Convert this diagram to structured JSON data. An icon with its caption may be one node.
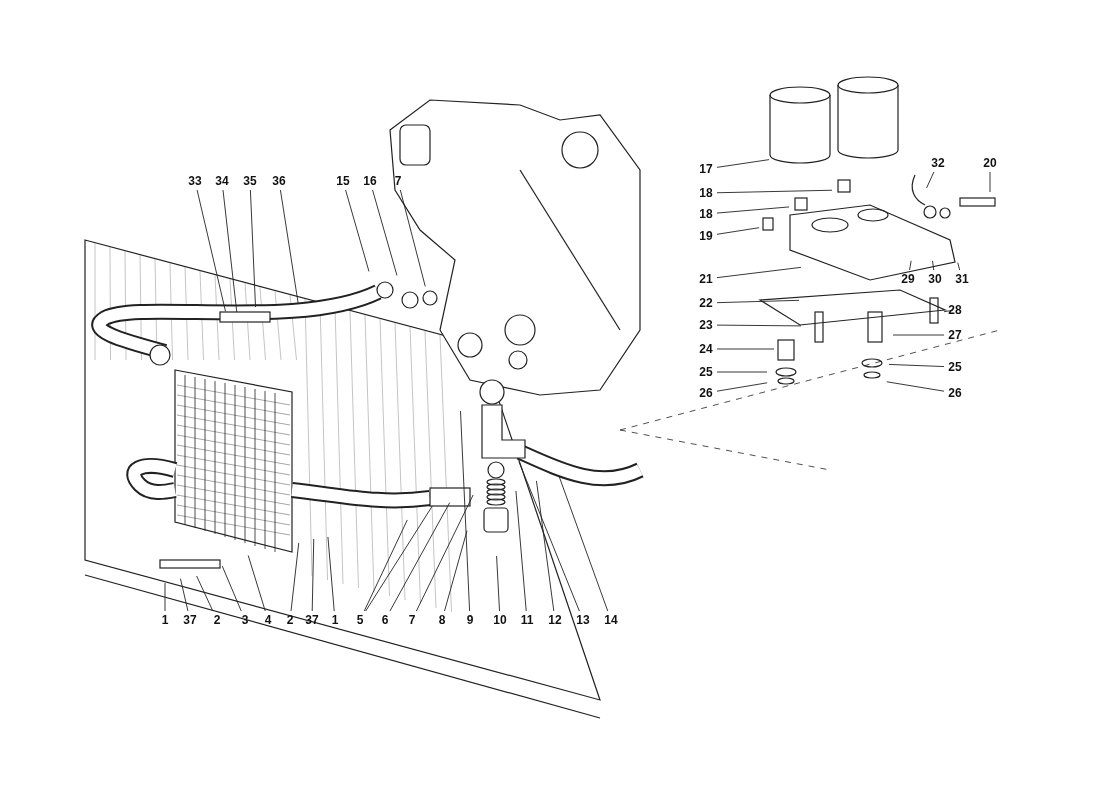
{
  "diagram": {
    "nodes": [
      {
        "text": [
          "33"
        ]
      },
      {
        "text": [
          "34"
        ]
      },
      {
        "text": [
          "35"
        ]
      },
      {
        "text": [
          "36"
        ]
      },
      {
        "text": [
          "15"
        ]
      },
      {
        "text": [
          "16"
        ]
      },
      {
        "text": [
          "7"
        ]
      },
      {
        "text": [
          "1"
        ]
      },
      {
        "text": [
          "37"
        ]
      },
      {
        "text": [
          "2"
        ]
      },
      {
        "text": [
          "3"
        ]
      },
      {
        "text": [
          "4"
        ]
      },
      {
        "text": [
          "2"
        ]
      },
      {
        "text": [
          "37"
        ]
      },
      {
        "text": [
          "1"
        ]
      },
      {
        "text": [
          "5"
        ]
      },
      {
        "text": [
          "6"
        ]
      },
      {
        "text": [
          "7"
        ]
      },
      {
        "text": [
          "8"
        ]
      },
      {
        "text": [
          "9"
        ]
      },
      {
        "text": [
          "10"
        ]
      },
      {
        "text": [
          "11"
        ]
      },
      {
        "text": [
          "12"
        ]
      },
      {
        "text": [
          "13"
        ]
      },
      {
        "text": [
          "14"
        ]
      },
      {
        "text": [
          "17"
        ]
      },
      {
        "text": [
          "18"
        ]
      },
      {
        "text": [
          "18"
        ]
      },
      {
        "text": [
          "19"
        ]
      },
      {
        "text": [
          "32"
        ]
      },
      {
        "text": [
          "20"
        ]
      },
      {
        "text": [
          "21"
        ]
      },
      {
        "text": [
          "29"
        ]
      },
      {
        "text": [
          "30"
        ]
      },
      {
        "text": [
          "31"
        ]
      },
      {
        "text": [
          "22"
        ]
      },
      {
        "text": [
          "28"
        ]
      },
      {
        "text": [
          "23"
        ]
      },
      {
        "text": [
          "27"
        ]
      },
      {
        "text": [
          "24"
        ]
      },
      {
        "text": [
          "25"
        ]
      },
      {
        "text": [
          "25"
        ]
      },
      {
        "text": [
          "26"
        ]
      },
      {
        "text": [
          "26"
        ]
      }
    ],
    "edges": [
      {
        "from": 0,
        "to": null,
        "arrow": "none"
      },
      {
        "from": 1,
        "to": null,
        "arrow": "none"
      },
      {
        "from": 2,
        "to": null,
        "arrow": "none"
      },
      {
        "from": 3,
        "to": null,
        "arrow": "none"
      },
      {
        "from": 4,
        "to": null,
        "arrow": "none"
      },
      {
        "from": 5,
        "to": null,
        "arrow": "none"
      },
      {
        "from": 6,
        "to": null,
        "arrow": "none"
      },
      {
        "from": 7,
        "to": null,
        "arrow": "none"
      },
      {
        "from": 8,
        "to": null,
        "arrow": "none"
      },
      {
        "from": 9,
        "to": null,
        "arrow": "none"
      },
      {
        "from": 10,
        "to": null,
        "arrow": "none"
      },
      {
        "from": 11,
        "to": null,
        "arrow": "none"
      },
      {
        "from": 12,
        "to": null,
        "arrow": "none"
      },
      {
        "from": 13,
        "to": null,
        "arrow": "none"
      },
      {
        "from": 14,
        "to": null,
        "arrow": "none"
      },
      {
        "from": 15,
        "to": null,
        "arrow": "none"
      },
      {
        "from": 15,
        "to": null,
        "arrow": "none"
      },
      {
        "from": 16,
        "to": null,
        "arrow": "none"
      },
      {
        "from": 17,
        "to": null,
        "arrow": "none"
      },
      {
        "from": 18,
        "to": null,
        "arrow": "none"
      },
      {
        "from": 19,
        "to": null,
        "arrow": "none"
      },
      {
        "from": 20,
        "to": null,
        "arrow": "none"
      },
      {
        "from": 21,
        "to": null,
        "arrow": "none"
      },
      {
        "from": 22,
        "to": null,
        "arrow": "none"
      },
      {
        "from": 23,
        "to": null,
        "arrow": "none"
      },
      {
        "from": 24,
        "to": null,
        "arrow": "none"
      },
      {
        "from": 25,
        "to": null,
        "arrow": "none"
      },
      {
        "from": 26,
        "to": null,
        "arrow": "none"
      },
      {
        "from": 27,
        "to": null,
        "arrow": "none"
      },
      {
        "from": 28,
        "to": null,
        "arrow": "none"
      },
      {
        "from": 29,
        "to": null,
        "arrow": "none"
      },
      {
        "from": 30,
        "to": null,
        "arrow": "none"
      },
      {
        "from": 31,
        "to": null,
        "arrow": "none"
      },
      {
        "from": 32,
        "to": null,
        "arrow": "none"
      },
      {
        "from": 33,
        "to": null,
        "arrow": "none"
      },
      {
        "from": 34,
        "to": null,
        "arrow": "none"
      },
      {
        "from": 35,
        "to": null,
        "arrow": "none"
      },
      {
        "from": 36,
        "to": null,
        "arrow": "none"
      },
      {
        "from": 37,
        "to": null,
        "arrow": "none"
      },
      {
        "from": 38,
        "to": null,
        "arrow": "none"
      },
      {
        "from": 39,
        "to": null,
        "arrow": "none"
      },
      {
        "from": 40,
        "to": null,
        "arrow": "none"
      },
      {
        "from": 41,
        "to": null,
        "arrow": "none"
      },
      {
        "from": 42,
        "to": null,
        "arrow": "none"
      },
      {
        "from": 43,
        "to": null,
        "arrow": "none"
      }
    ]
  }
}
